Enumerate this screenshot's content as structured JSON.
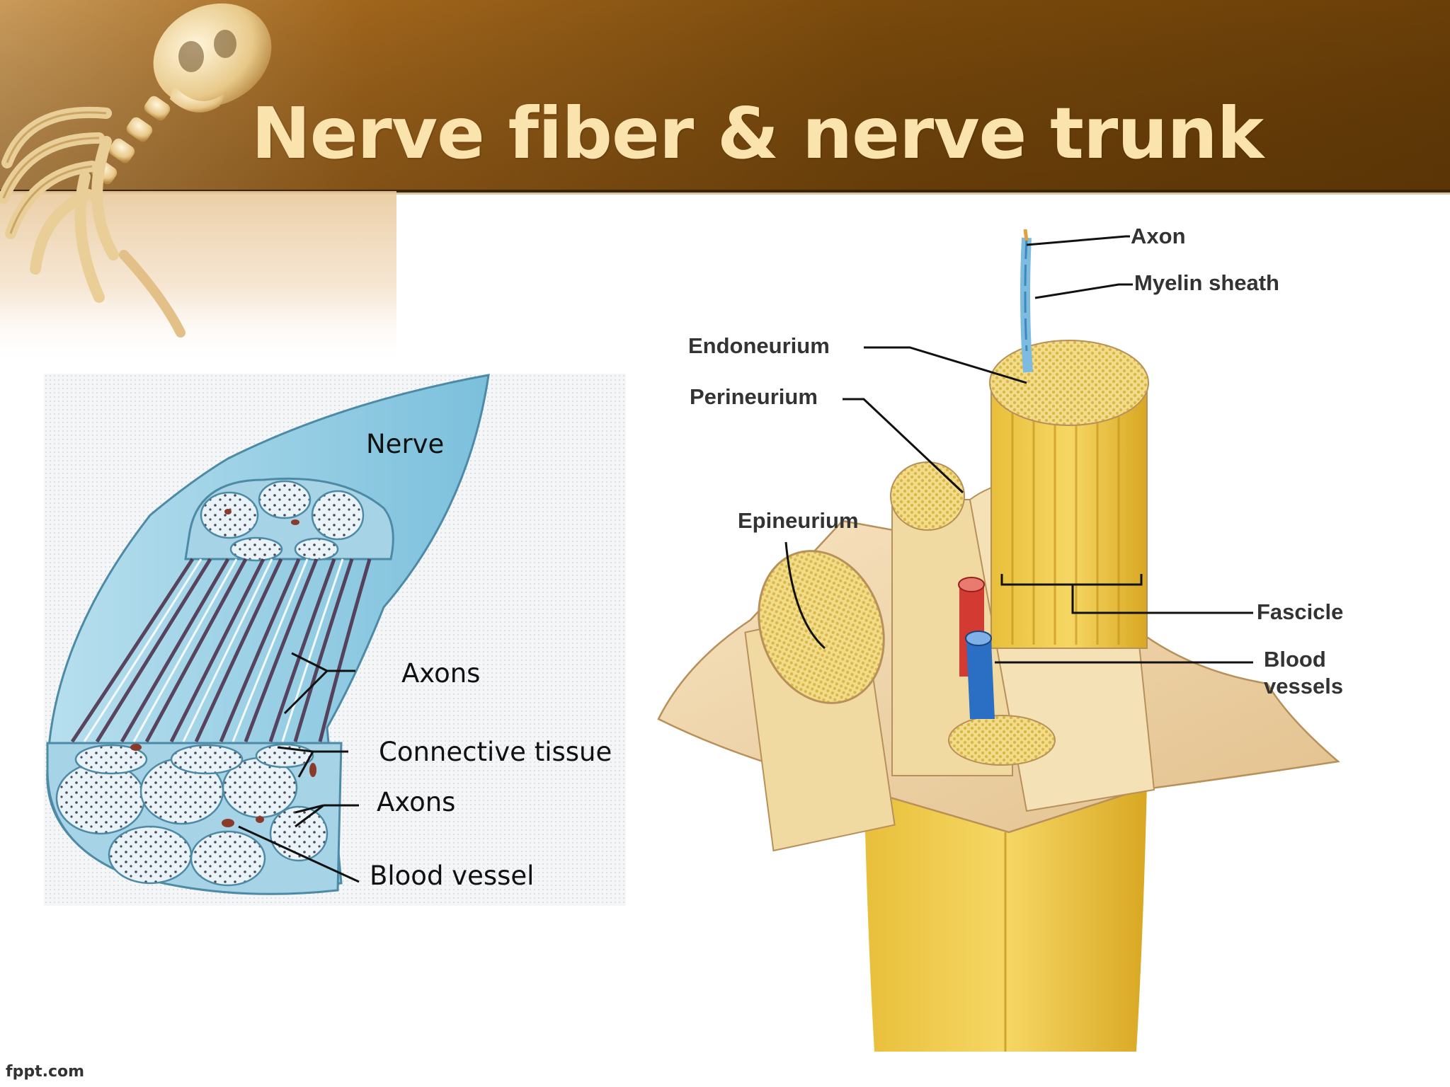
{
  "slide": {
    "title": "Nerve fiber & nerve trunk",
    "footer": "fppt.com"
  },
  "left_diagram": {
    "labels": {
      "nerve": "Nerve",
      "axons_upper": "Axons",
      "connective_tissue": "Connective tissue",
      "axons_lower": "Axons",
      "blood_vessel": "Blood  vessel"
    }
  },
  "right_diagram": {
    "labels": {
      "axon": "Axon",
      "myelin_sheath": "Myelin sheath",
      "endoneurium": "Endoneurium",
      "perineurium": "Perineurium",
      "epineurium": "Epineurium",
      "fascicle": "Fascicle",
      "blood_vessels_line1": "Blood",
      "blood_vessels_line2": "vessels"
    }
  },
  "colors": {
    "header_brown": "#7a4a0c",
    "title_cream": "#fbe3ad",
    "nerve_blue": "#9fd3e8",
    "tissue_tan": "#f2d9a8",
    "fascicle_yellow": "#e8c760",
    "artery_red": "#d23a32",
    "vein_blue": "#2a6fc4"
  }
}
